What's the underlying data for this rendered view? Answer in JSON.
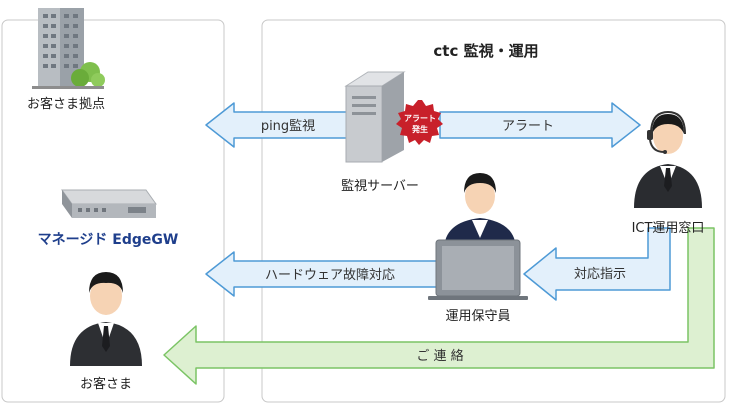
{
  "panels": {
    "customer_site": {
      "label": "お客さま拠点"
    },
    "ctc": {
      "title": "ctc 監視・運用"
    }
  },
  "nodes": {
    "device": {
      "label": "マネージド EdgeGW"
    },
    "customer": {
      "label": "お客さま"
    },
    "server": {
      "label": "監視サーバー",
      "badge_line1": "アラート",
      "badge_line2": "発生"
    },
    "ict_desk": {
      "label": "ICT運用窓口"
    },
    "maintainer": {
      "label": "運用保守員"
    }
  },
  "arrows": {
    "ping": "ping監視",
    "alert": "アラート",
    "instruct": "対応指示",
    "hw_fault": "ハードウェア故障対応",
    "contact": "ご 連 絡"
  },
  "colors": {
    "arrow_blue_fill": "#e3f0fb",
    "arrow_blue_stroke": "#4e9ad6",
    "arrow_green_fill": "#ddf0d1",
    "arrow_green_stroke": "#7bc465",
    "device_label": "#1f3f8c",
    "badge_red": "#c8202a",
    "panel_border": "#c8c8c8"
  }
}
